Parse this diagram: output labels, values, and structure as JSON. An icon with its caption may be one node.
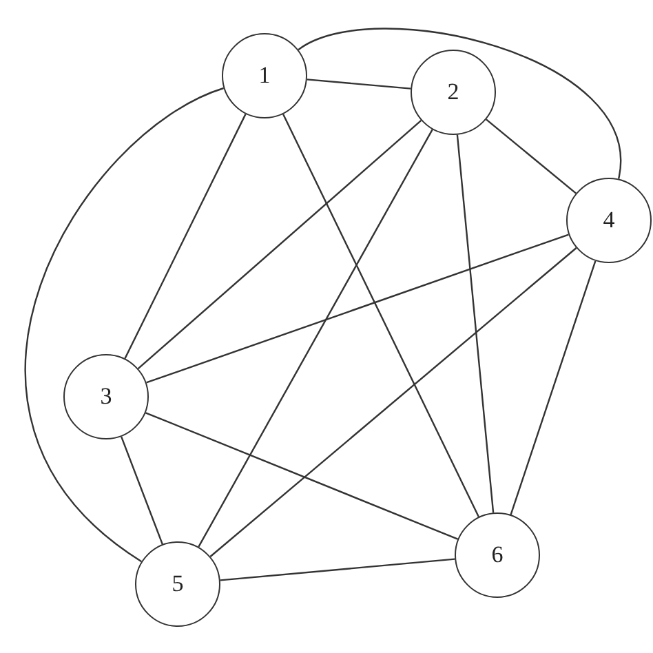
{
  "diagram": {
    "nodes": [
      {
        "text": [
          "1"
        ]
      },
      {
        "text": [
          "2"
        ]
      },
      {
        "text": [
          "3"
        ]
      },
      {
        "text": [
          "4"
        ]
      },
      {
        "text": [
          "5"
        ]
      },
      {
        "text": [
          "6"
        ]
      }
    ],
    "edges": [
      {
        "from": 0,
        "to": 1,
        "arrow": "none"
      },
      {
        "from": 0,
        "to": 3,
        "arrow": "none"
      },
      {
        "from": 0,
        "to": 4,
        "arrow": "none"
      },
      {
        "from": 0,
        "to": 2,
        "arrow": "none"
      },
      {
        "from": 0,
        "to": 5,
        "arrow": "none"
      },
      {
        "from": 1,
        "to": 3,
        "arrow": "none"
      },
      {
        "from": 1,
        "to": 2,
        "arrow": "none"
      },
      {
        "from": 1,
        "to": 4,
        "arrow": "none"
      },
      {
        "from": 1,
        "to": 5,
        "arrow": "none"
      },
      {
        "from": 3,
        "to": 2,
        "arrow": "none"
      },
      {
        "from": 3,
        "to": 4,
        "arrow": "none"
      },
      {
        "from": 3,
        "to": 5,
        "arrow": "none"
      },
      {
        "from": 2,
        "to": 4,
        "arrow": "none"
      },
      {
        "from": 2,
        "to": 5,
        "arrow": "none"
      },
      {
        "from": 4,
        "to": 5,
        "arrow": "none"
      }
    ]
  }
}
